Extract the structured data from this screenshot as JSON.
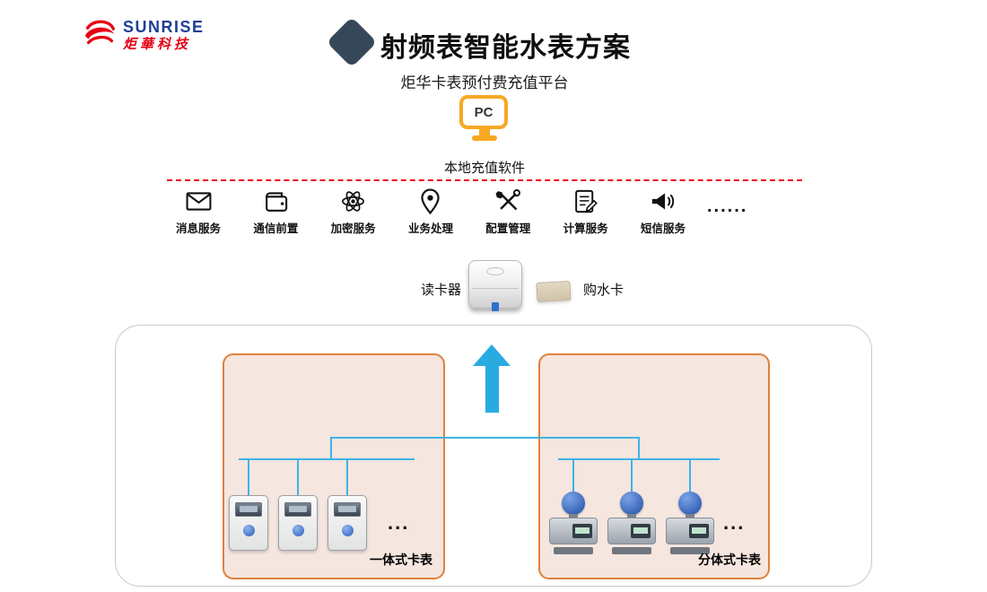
{
  "header": {
    "logo": {
      "brand": "SUNRISE",
      "company": "炬華科技"
    },
    "title": "射频表智能水表方案",
    "subtitle": "炬华卡表预付费充值平台"
  },
  "platform": {
    "pc_label": "PC",
    "software_label": "本地充值软件"
  },
  "services": {
    "items": [
      {
        "label": "消息服务",
        "icon": "envelope-icon"
      },
      {
        "label": "通信前置",
        "icon": "wallet-icon"
      },
      {
        "label": "加密服务",
        "icon": "atom-icon"
      },
      {
        "label": "业务处理",
        "icon": "location-pin-icon"
      },
      {
        "label": "配置管理",
        "icon": "tools-icon"
      },
      {
        "label": "计算服务",
        "icon": "report-icon"
      },
      {
        "label": "短信服务",
        "icon": "megaphone-icon"
      }
    ],
    "ellipsis": "......"
  },
  "recharge": {
    "card_reader_label": "读卡器",
    "water_card_label": "购水卡"
  },
  "meters": {
    "left_group_label": "一体式卡表",
    "right_group_label": "分体式卡表",
    "left_ellipsis": "...",
    "right_ellipsis": "..."
  },
  "colors": {
    "accent_orange": "#f7a823",
    "line_blue": "#29abe2",
    "dashed_red": "#e60012",
    "group_border_orange": "#df813d",
    "group_fill": "#f5e6df",
    "logo_blue": "#1e3f96",
    "logo_red": "#e60012",
    "diamond": "#37475a"
  }
}
